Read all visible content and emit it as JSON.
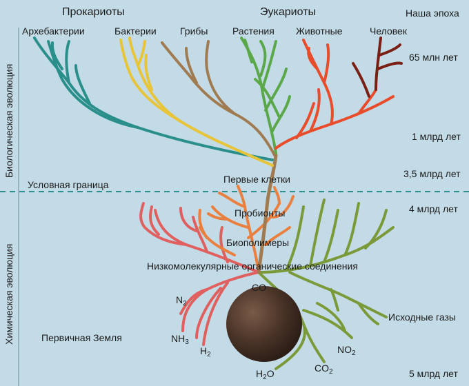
{
  "headers": {
    "prokaryotes": "Прокариоты",
    "eukaryotes": "Эукариоты",
    "our_era": "Наша эпоха"
  },
  "groups": {
    "archaebacteria": "Архебактерии",
    "bacteria": "Бактерии",
    "fungi": "Грибы",
    "plants": "Растения",
    "animals": "Животные",
    "human": "Человек"
  },
  "timeline": {
    "t65": "65 млн лет",
    "t1": "1 млрд лет",
    "t35": "3,5 млрд лет",
    "t4": "4 млрд лет",
    "t5": "5 млрд лет"
  },
  "side_labels": {
    "biological": "Биологическая эволюция",
    "chemical": "Химическая эволюция"
  },
  "stages": {
    "boundary": "Условная граница",
    "first_cells": "Первые клетки",
    "probionts": "Пробионты",
    "biopolymers": "Биополимеры",
    "organics": "Низкомолекулярные органические соединения",
    "initial_gases": "Исходные газы",
    "primitive_earth": "Первичная Земля"
  },
  "gases": {
    "co": {
      "base": "CO",
      "sub": ""
    },
    "n2": {
      "base": "N",
      "sub": "2"
    },
    "nh3": {
      "base": "NH",
      "sub": "3"
    },
    "h2": {
      "base": "H",
      "sub": "2"
    },
    "h2o": {
      "base": "H",
      "sub": "2",
      "tail": "O"
    },
    "co2": {
      "base": "CO",
      "sub": "2"
    },
    "no2": {
      "base": "NO",
      "sub": "2"
    }
  },
  "colors": {
    "background": "#c3dbe6",
    "boundary_line": "#2f8f8f",
    "archaebacteria": "#2a8f8a",
    "bacteria": "#e8c43a",
    "fungi": "#a07a50",
    "plants": "#5aa84a",
    "animals": "#e84c2a",
    "human": "#7a1f14",
    "chemical_red": "#e06060",
    "chemical_orange": "#ea8040",
    "chemical_green": "#7a9a3a",
    "earth": "#4a3428"
  }
}
